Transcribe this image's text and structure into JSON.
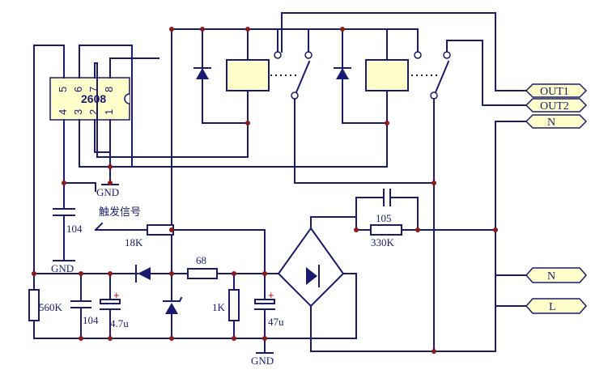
{
  "ic": {
    "name": "2608",
    "pins_top": [
      "5",
      "6",
      "7",
      "8"
    ],
    "pins_bottom": [
      "4",
      "3",
      "2",
      "1"
    ]
  },
  "labels": {
    "gnd_ic": "GND",
    "gnd_cap": "GND",
    "gnd_bottom": "GND",
    "trigger": "触发信号",
    "cap_104_left": "104",
    "res_18k": "18K",
    "res_560k": "560K",
    "cap_104_bottom": "104",
    "cap_4u7": "4.7u",
    "res_68": "68",
    "res_1k": "1K",
    "cap_47u": "47u",
    "cap_105": "105",
    "res_330k": "330K"
  },
  "terminals": {
    "out1": "OUT1",
    "out2": "OUT2",
    "n_top": "N",
    "n_bottom": "N",
    "l": "L"
  },
  "colors": {
    "wire": "#1a1a6e",
    "junction": "#8b1a1a",
    "terminal_fill": "#ffffcc",
    "ic_fill": "#ffffcc",
    "plus_sign": "#cc0000"
  }
}
